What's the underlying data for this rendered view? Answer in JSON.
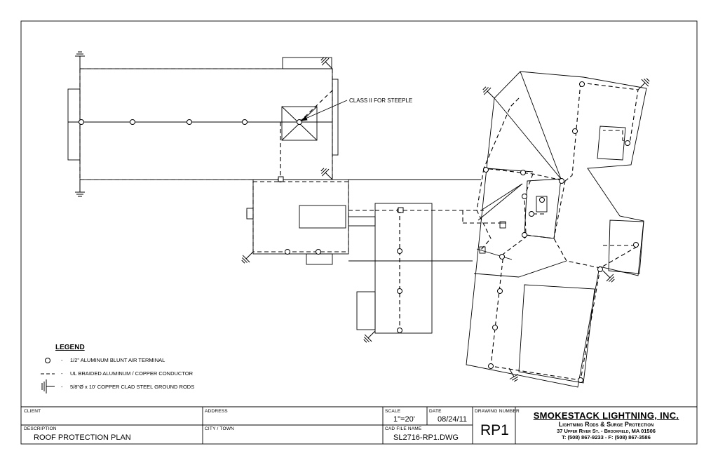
{
  "note": "CLASS II FOR STEEPLE",
  "legend": {
    "title": "LEGEND",
    "items": [
      {
        "dash": "-",
        "text": "1/2\" ALUMINUM BLUNT AIR TERMINAL"
      },
      {
        "dash": "-",
        "text": "UL BRAIDED ALUMINUM / COPPER CONDUCTOR"
      },
      {
        "dash": "-",
        "text": "5/8\"Ø x 10' COPPER CLAD STEEL GROUND RODS"
      }
    ]
  },
  "title_block": {
    "client_label": "CLIENT",
    "client_value": "",
    "address_label": "ADDRESS",
    "address_value": "",
    "description_label": "DESCRIPTION",
    "description_value": "ROOF PROTECTION PLAN",
    "city_label": "CITY / TOWN",
    "city_value": "",
    "scale_label": "SCALE",
    "scale_value": "1\"=20'",
    "date_label": "DATE",
    "date_value": "08/24/11",
    "cad_label": "CAD FILE NAME",
    "cad_value": "SL2716-RP1.DWG",
    "drawing_number_label": "DRAWING NUMBER",
    "drawing_number_value": "RP1",
    "company": "SMOKESTACK LIGHTNING, INC.",
    "company_sub": "Lightning Rods & Surge Protection",
    "company_address": "37 Upper River St. - Brookfield, MA 01506",
    "company_phone": "T: (508) 867-9233 - F: (508) 867-3586"
  }
}
